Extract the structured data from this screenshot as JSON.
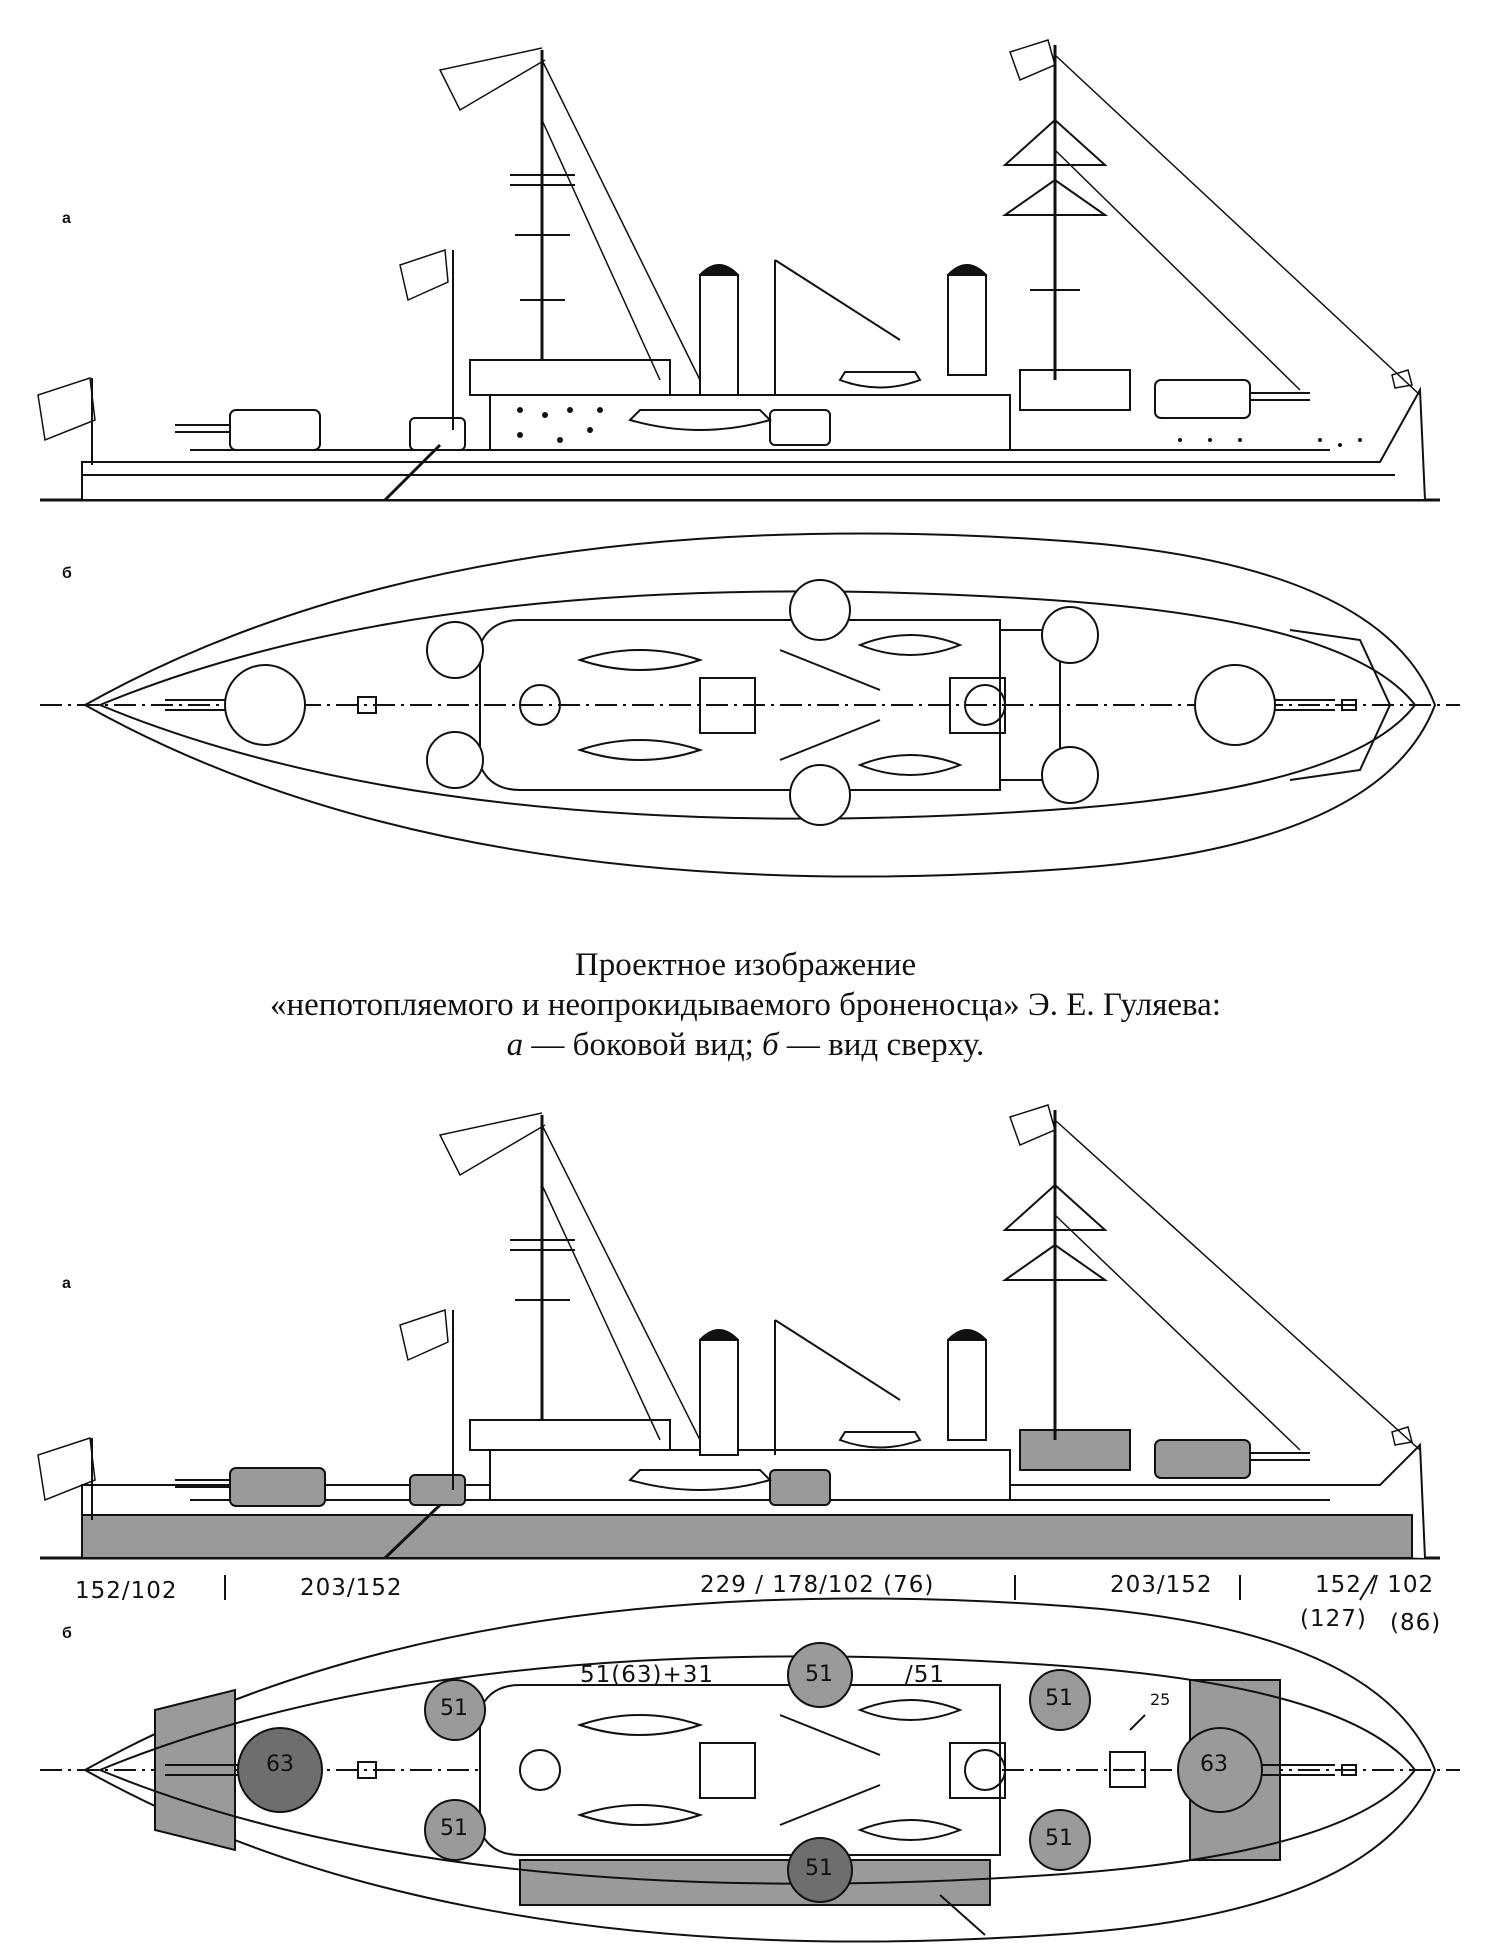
{
  "caption": {
    "line1": "Проектное изображение",
    "line2": "«непотопляемого и неопрокидываемого броненосца» Э. Е. Гуляева:",
    "line3_a": "а",
    "line3_a_text": " — боковой вид; ",
    "line3_b": "б",
    "line3_b_text": " — вид сверху."
  },
  "view_labels": {
    "top_side": "а",
    "top_plan": "б",
    "bottom_side": "а",
    "bottom_plan": "б"
  },
  "armor_side": {
    "stern": "152/102",
    "aft_turret": "203/152",
    "center": "229 / 178/102 (76)",
    "fwd_turret": "203/152",
    "bow": "152 / 102",
    "bow_sub1": "(127)",
    "bow_sub2": "(86)"
  },
  "armor_plan": {
    "deck_top": "51(63)+31",
    "deck_side": "/51",
    "turret_aft_main": "63",
    "turret_fwd_main": "63",
    "turret_small": "51",
    "pointer": "25"
  },
  "colors": {
    "ink": "#111111",
    "armor_fill": "#9a9a9a",
    "armor_dark": "#6e6e6e",
    "paper": "#ffffff"
  }
}
